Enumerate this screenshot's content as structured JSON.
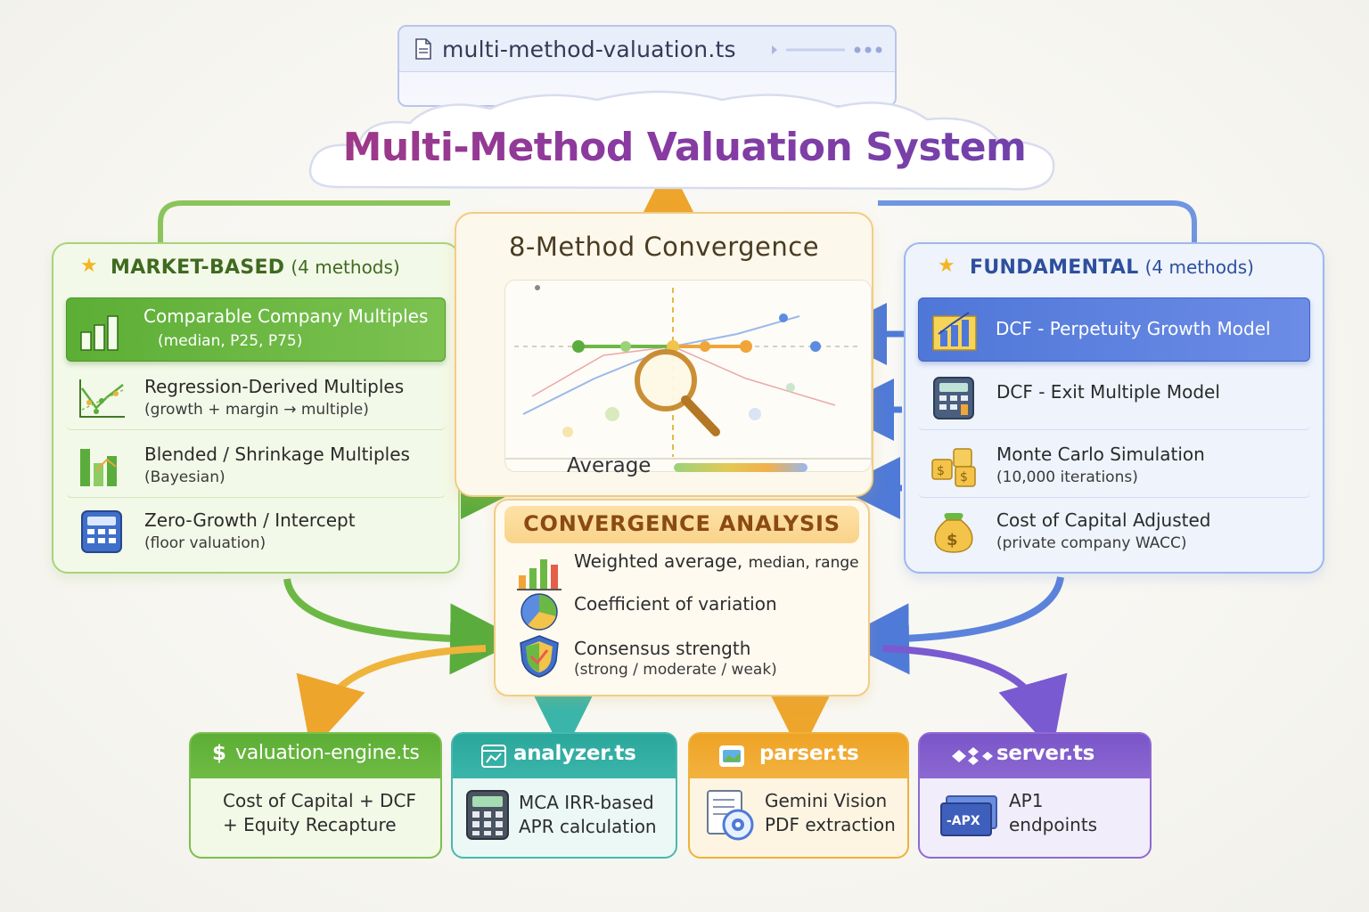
{
  "file_tab": {
    "filename": "multi-method-valuation.ts"
  },
  "title": "Multi-Method Valuation System",
  "market_based": {
    "heading": "MARKET-BASED",
    "count": "(4 methods)",
    "items": [
      {
        "title": "Comparable Company Multiples",
        "subtitle": "(median, P25, P75)",
        "icon": "bar-chart-icon",
        "highlighted": true
      },
      {
        "title": "Regression-Derived Multiples",
        "subtitle": "(growth + margin → multiple)",
        "icon": "scatter-trend-icon"
      },
      {
        "title": "Blended / Shrinkage Multiples",
        "subtitle": "(Bayesian)",
        "icon": "blended-bars-icon"
      },
      {
        "title": "Zero-Growth / Intercept",
        "subtitle": "(floor valuation)",
        "icon": "calculator-icon"
      }
    ]
  },
  "fundamental": {
    "heading": "FUNDAMENTAL",
    "count": "(4 methods)",
    "items": [
      {
        "title": "DCF - Perpetuity Growth Model",
        "subtitle": "",
        "icon": "growth-chart-icon",
        "highlighted": true
      },
      {
        "title": "DCF - Exit Multiple Model",
        "subtitle": "",
        "icon": "calculator-icon"
      },
      {
        "title": "Monte Carlo Simulation",
        "subtitle": "(10,000 iterations)",
        "icon": "dice-icon"
      },
      {
        "title": "Cost of Capital Adjusted",
        "subtitle": "(private company WACC)",
        "icon": "money-bag-icon"
      }
    ]
  },
  "convergence": {
    "title": "8-Method Convergence",
    "average_label": "Average"
  },
  "analysis": {
    "heading": "CONVERGENCE ANALYSIS",
    "items": [
      {
        "title": "Weighted average,",
        "title_small": "median, range",
        "subtitle": "",
        "icon": "bar-chart-icon"
      },
      {
        "title": "Coefficient of variation",
        "subtitle": "",
        "icon": "pie-chart-icon"
      },
      {
        "title": "Consensus strength",
        "subtitle": "(strong / moderate / weak)",
        "icon": "shield-icon"
      }
    ]
  },
  "modules": [
    {
      "name": "valuation-engine.ts",
      "body_line1": "Cost of Capital + DCF",
      "body_line2": "+  Equity Recapture",
      "icon": "dollar-icon",
      "color": "#5cae35"
    },
    {
      "name": "analyzer.ts",
      "body_line1": "MCA IRR-based",
      "body_line2": "APR calculation",
      "icon": "calculator-icon",
      "color": "#2aa79b"
    },
    {
      "name": "parser.ts",
      "body_line1": "Gemini Vision",
      "body_line2": "PDF extraction",
      "icon": "document-scan-icon",
      "color": "#eea325"
    },
    {
      "name": "server.ts",
      "body_line1": "AP1",
      "body_line2": "endpoints",
      "icon": "api-icon",
      "icon_text": "-APX",
      "color": "#7a55c8"
    }
  ]
}
